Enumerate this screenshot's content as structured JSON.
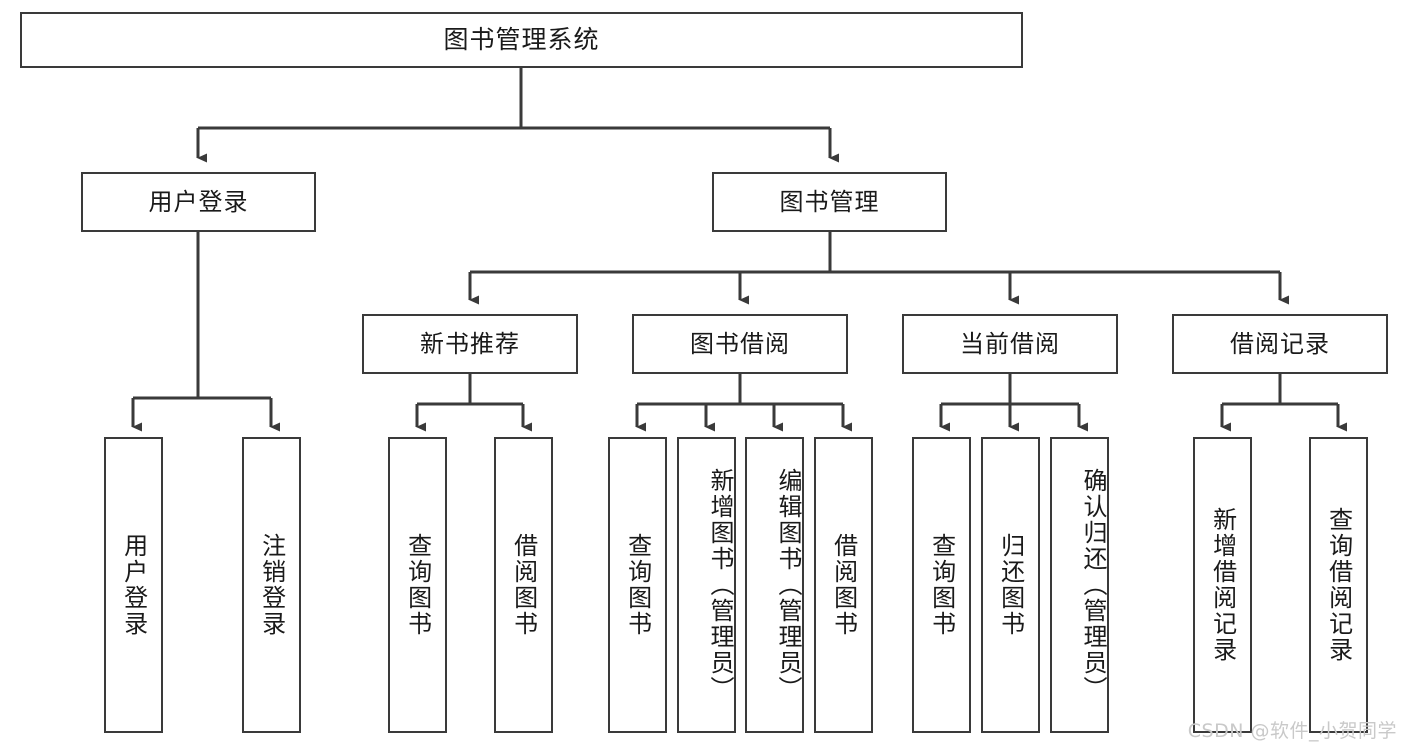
{
  "diagram": {
    "type": "tree-hierarchy",
    "title": "图书管理系统",
    "root": {
      "label": "图书管理系统"
    },
    "level2": [
      {
        "id": "user-login",
        "label": "用户登录"
      },
      {
        "id": "book-manage",
        "label": "图书管理"
      }
    ],
    "level3": [
      {
        "id": "new-book-recommend",
        "label": "新书推荐",
        "parent": "book-manage"
      },
      {
        "id": "book-borrow",
        "label": "图书借阅",
        "parent": "book-manage"
      },
      {
        "id": "current-borrow",
        "label": "当前借阅",
        "parent": "book-manage"
      },
      {
        "id": "borrow-record",
        "label": "借阅记录",
        "parent": "book-manage"
      }
    ],
    "leaves": [
      {
        "id": "leaf-user-login",
        "label": "用户登录",
        "parent": "user-login"
      },
      {
        "id": "leaf-user-logout",
        "label": "注销登录",
        "parent": "user-login"
      },
      {
        "id": "leaf-query-book-1",
        "label": "查询图书",
        "parent": "new-book-recommend"
      },
      {
        "id": "leaf-borrow-book-1",
        "label": "借阅图书",
        "parent": "new-book-recommend"
      },
      {
        "id": "leaf-query-book-2",
        "label": "查询图书",
        "parent": "book-borrow"
      },
      {
        "id": "leaf-add-book",
        "label": "新增图书（管理员）",
        "parent": "book-borrow"
      },
      {
        "id": "leaf-edit-book",
        "label": "编辑图书（管理员）",
        "parent": "book-borrow"
      },
      {
        "id": "leaf-borrow-book-2",
        "label": "借阅图书",
        "parent": "book-borrow"
      },
      {
        "id": "leaf-query-book-3",
        "label": "查询图书",
        "parent": "current-borrow"
      },
      {
        "id": "leaf-return-book",
        "label": "归还图书",
        "parent": "current-borrow"
      },
      {
        "id": "leaf-confirm-return",
        "label": "确认归还（管理员）",
        "parent": "current-borrow"
      },
      {
        "id": "leaf-add-record",
        "label": "新增借阅记录",
        "parent": "borrow-record"
      },
      {
        "id": "leaf-query-record",
        "label": "查询借阅记录",
        "parent": "borrow-record"
      }
    ],
    "colors": {
      "border": "#3a3a3a",
      "background": "#ffffff",
      "text": "#1a1a1a",
      "watermark": "#c9c9c9"
    }
  },
  "watermark": {
    "text": "CSDN @软件_小贺同学"
  }
}
